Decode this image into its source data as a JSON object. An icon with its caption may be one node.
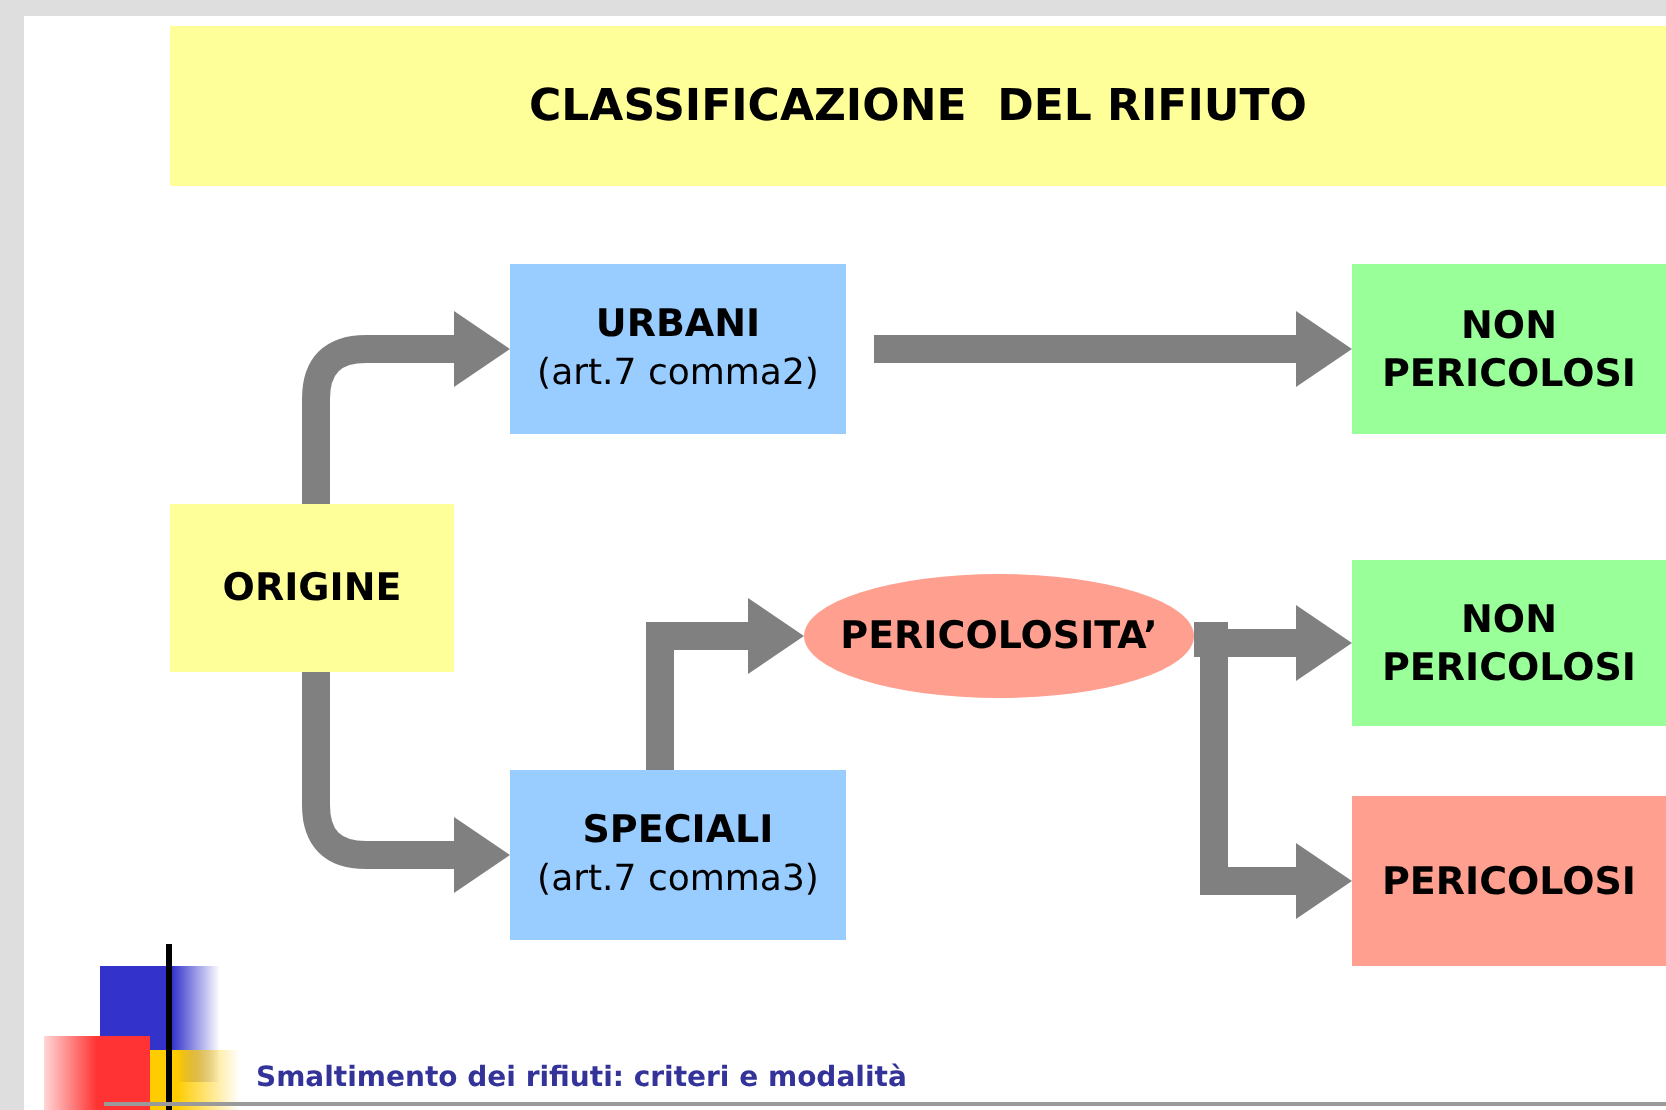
{
  "diagram": {
    "title": "CLASSIFICAZIONE  DEL RIFIUTO",
    "nodes": [
      {
        "text": [
          "ORIGINE"
        ]
      },
      {
        "text": [
          "URBANI",
          "(art.7 comma2)"
        ]
      },
      {
        "text": [
          "NON PERICOLOSI"
        ]
      },
      {
        "text": [
          "PERICOLOSITA’"
        ]
      },
      {
        "text": [
          "SPECIALI",
          "(art.7 comma3)"
        ]
      },
      {
        "text": [
          "NON PERICOLOSI"
        ]
      },
      {
        "text": [
          "PERICOLOSI"
        ]
      }
    ],
    "edges": [
      {
        "from": 0,
        "to": 1,
        "arrow": "to"
      },
      {
        "from": 1,
        "to": 2,
        "arrow": "to"
      },
      {
        "from": 0,
        "to": 4,
        "arrow": "to"
      },
      {
        "from": 4,
        "to": 3,
        "arrow": "to"
      },
      {
        "from": 3,
        "to": 5,
        "arrow": "to"
      },
      {
        "from": 3,
        "to": 6,
        "arrow": "to"
      }
    ],
    "labels": [
      "Smaltimento dei rifiuti: criteri e modalità"
    ]
  }
}
